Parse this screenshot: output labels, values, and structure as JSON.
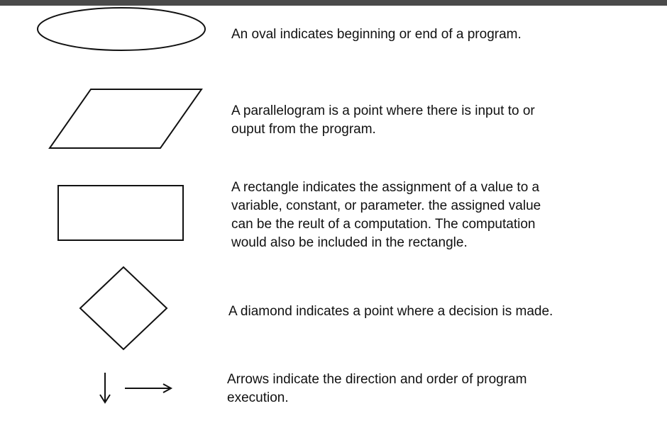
{
  "colors": {
    "ink": "#111111",
    "background": "#ffffff",
    "top_bar": "#4a4a4a"
  },
  "symbols": [
    {
      "shape": "oval",
      "icon": "oval-icon",
      "description": "An oval indicates beginning or end of a program."
    },
    {
      "shape": "parallelogram",
      "icon": "parallelogram-icon",
      "description": "A parallelogram is a point where there is input to or\nouput from the program."
    },
    {
      "shape": "rectangle",
      "icon": "rectangle-icon",
      "description": "A rectangle indicates the assignment of a value to a\nvariable, constant, or parameter.  the assigned value\ncan be the reult of a computation.  The computation\nwould also be included in the rectangle."
    },
    {
      "shape": "diamond",
      "icon": "diamond-icon",
      "description": "A diamond indicates a point where a decision is made."
    },
    {
      "shape": "arrows",
      "icon": "arrow-icon",
      "description": "Arrows indicate the direction and order  of program\nexecution."
    }
  ]
}
